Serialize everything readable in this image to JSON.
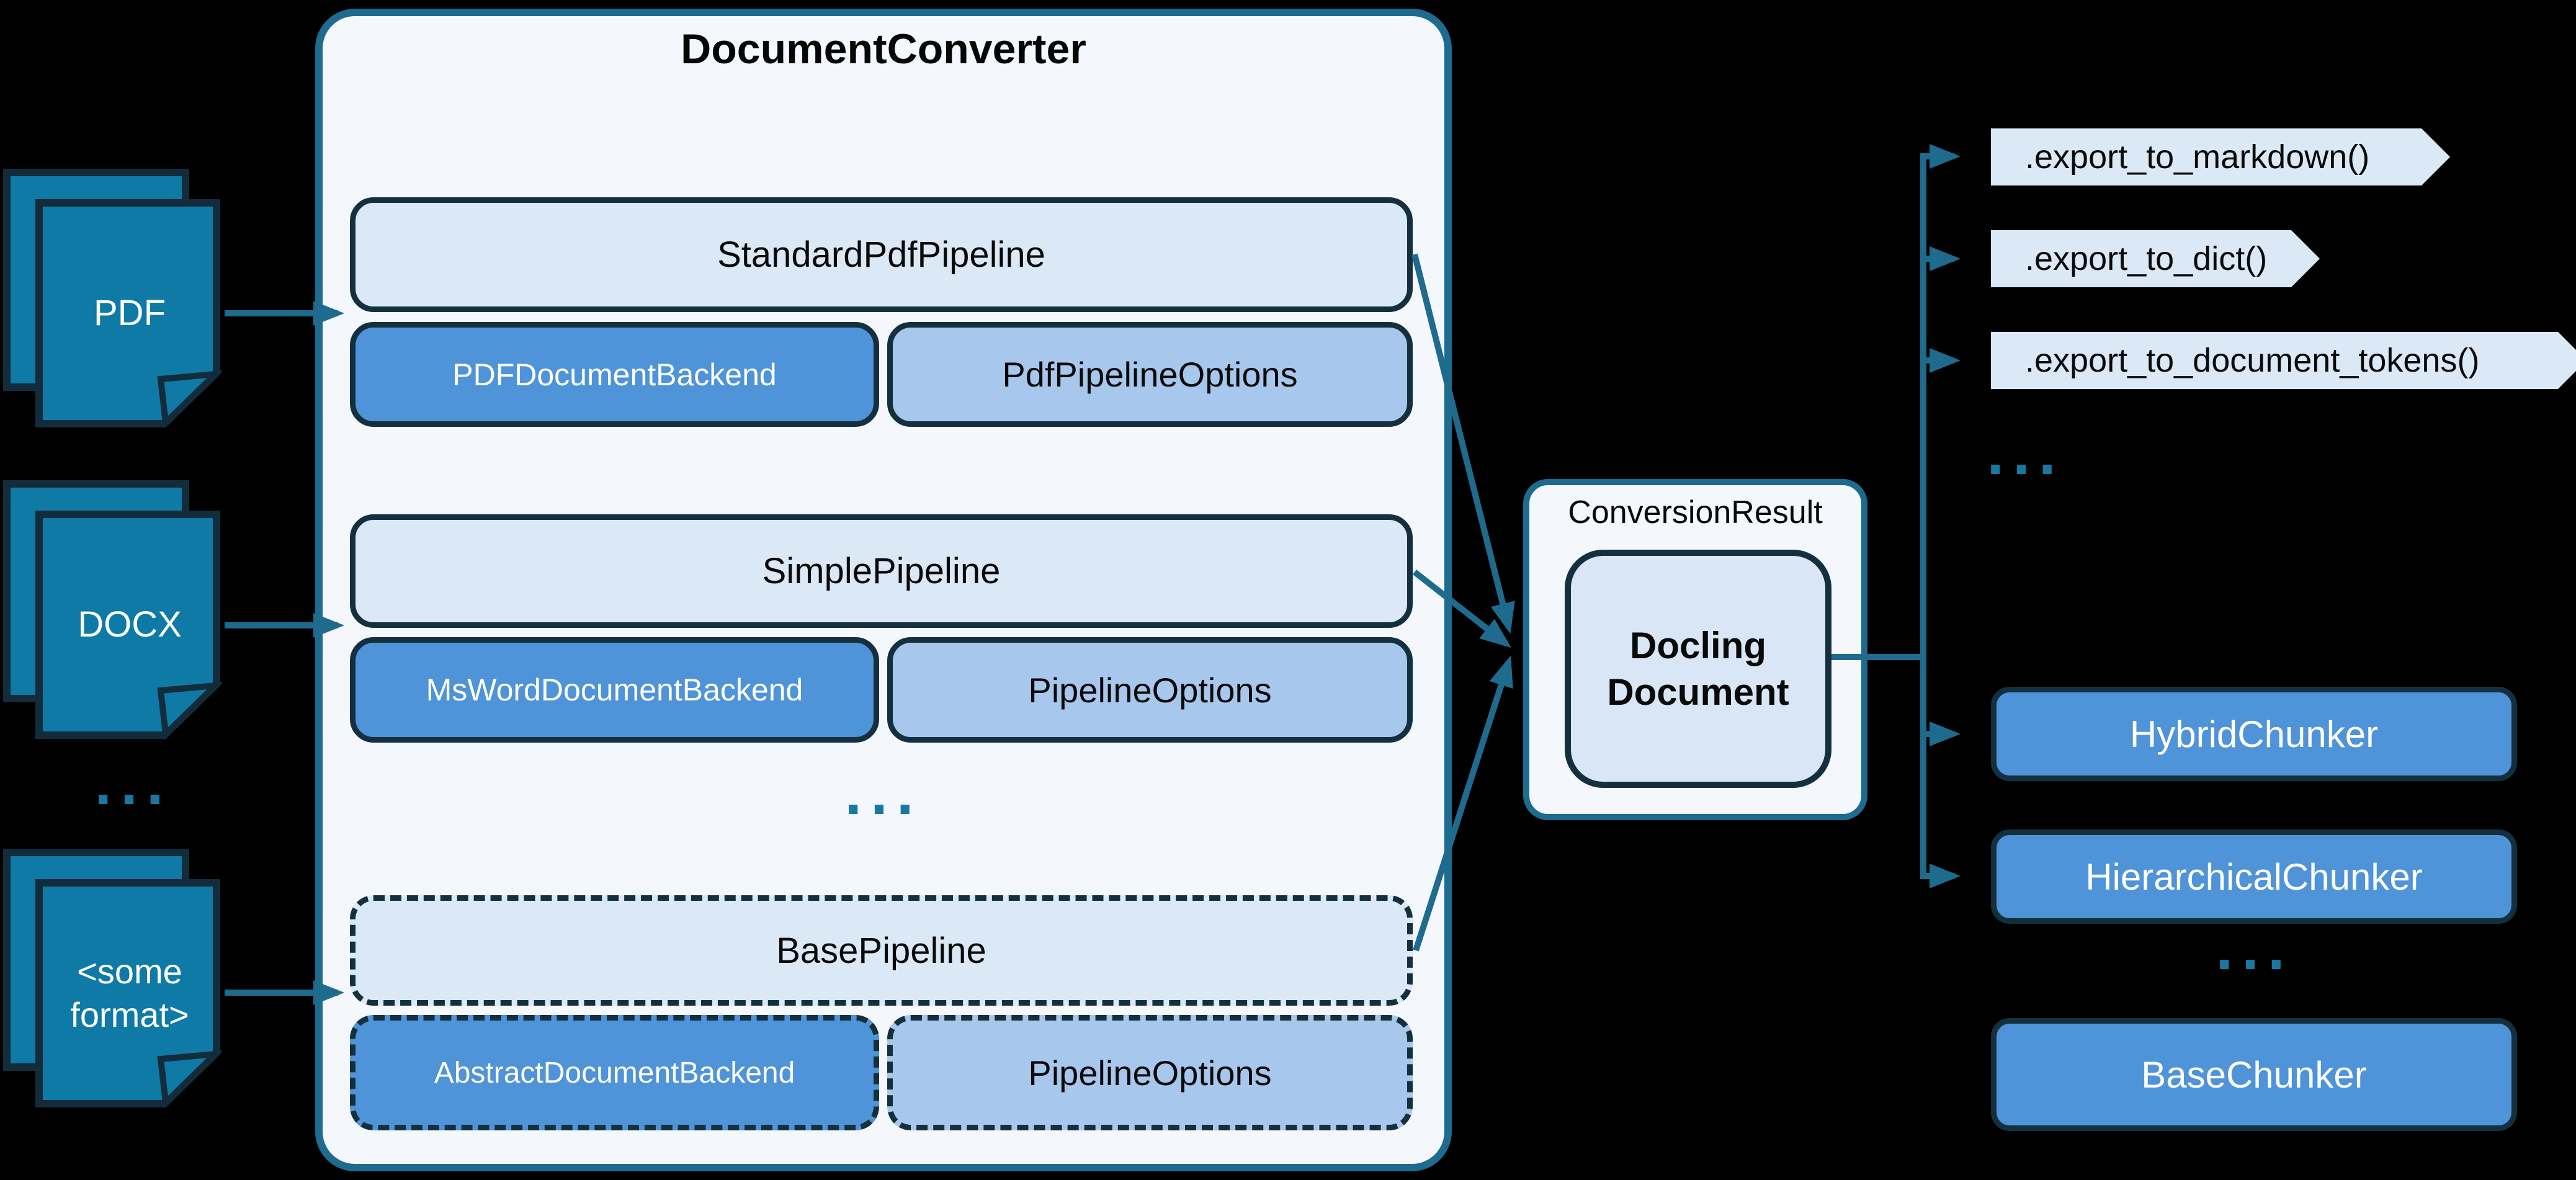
{
  "colors": {
    "background": "#000000",
    "container_fill": "#f4f7fc",
    "container_border": "#1d6b8e",
    "box_border": "#14303f",
    "pipeline_fill": "#dbe8f6",
    "options_fill": "#a7c7ec",
    "backend_fill": "#4f93d8",
    "document_icon_fill": "#0e7aa5",
    "docling_fill": "#d8e6f5",
    "connector": "#1f6b8e",
    "dots": "#1878a3",
    "text_dark": "#0a0a0a",
    "text_light": "#ffffff"
  },
  "inputs": [
    {
      "label": "PDF"
    },
    {
      "label": "DOCX"
    },
    {
      "label": "<some format>"
    }
  ],
  "inputs_ellipsis": "...",
  "converter": {
    "title": "DocumentConverter",
    "pipelines": [
      {
        "pipeline": "StandardPdfPipeline",
        "backend": "PDFDocumentBackend",
        "options": "PdfPipelineOptions",
        "style": "solid"
      },
      {
        "pipeline": "SimplePipeline",
        "backend": "MsWordDocumentBackend",
        "options": "PipelineOptions",
        "style": "solid"
      },
      {
        "pipeline": "BasePipeline",
        "backend": "AbstractDocumentBackend",
        "options": "PipelineOptions",
        "style": "dashed"
      }
    ],
    "ellipsis": "..."
  },
  "result": {
    "label": "ConversionResult",
    "document": "Docling Document"
  },
  "exports": {
    "methods": [
      ".export_to_markdown()",
      ".export_to_dict()",
      ".export_to_document_tokens()"
    ],
    "ellipsis": "..."
  },
  "chunkers": {
    "items": [
      {
        "label": "HybridChunker",
        "style": "solid"
      },
      {
        "label": "HierarchicalChunker",
        "style": "solid"
      },
      {
        "label": "BaseChunker",
        "style": "dashed"
      }
    ],
    "ellipsis": "..."
  }
}
